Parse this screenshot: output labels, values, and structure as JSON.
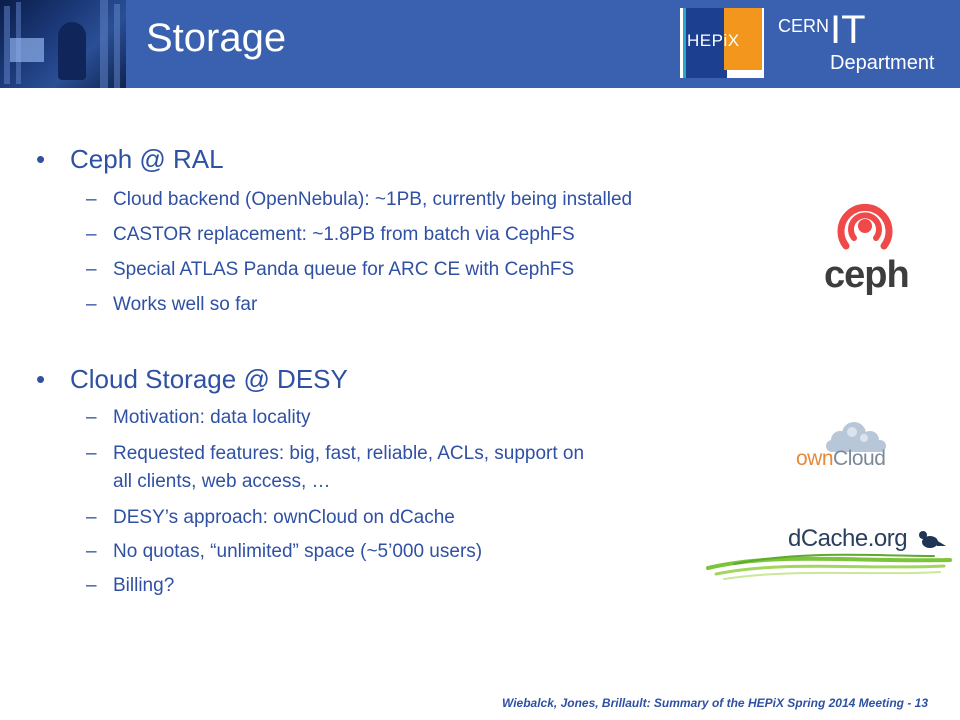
{
  "header": {
    "title": "Storage",
    "hepix_logo_text": "HEPiX",
    "cern_logo": {
      "cern": "CERN",
      "it": "IT",
      "department": "Department"
    }
  },
  "sections": [
    {
      "bullet": "Ceph @ RAL",
      "items": [
        "Cloud backend (OpenNebula): ~1PB, currently being installed",
        "CASTOR replacement: ~1.8PB from batch via CephFS",
        "Special ATLAS Panda queue for ARC CE with CephFS",
        "Works well so far"
      ]
    },
    {
      "bullet": "Cloud Storage @ DESY",
      "items": [
        "Motivation: data locality",
        "Requested features: big, fast, reliable, ACLs, support on",
        "all clients, web access, …",
        "DESY’s approach: ownCloud on dCache",
        "No quotas, “unlimited” space (~5’000 users)",
        "Billing?"
      ]
    }
  ],
  "logos": {
    "ceph": "ceph",
    "owncloud_own": "own",
    "owncloud_cloud": "Cloud",
    "dcache": "dCache.org"
  },
  "footer": "Wiebalck, Jones, Brillault: Summary of the HEPiX Spring 2014 Meeting - 13",
  "colors": {
    "header_bg": "#3a61b0",
    "text_blue": "#2f51a3",
    "ceph_red": "#ef4949",
    "owncloud_orange": "#e58a3b"
  }
}
